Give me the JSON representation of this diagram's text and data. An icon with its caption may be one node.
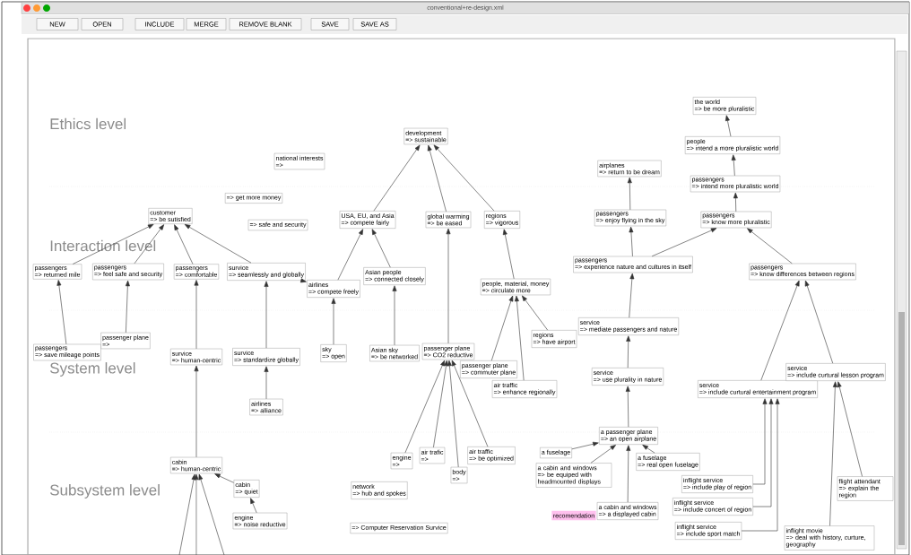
{
  "diagram": {
    "title": "conventional+re-design.xml",
    "nodes": [
      {
        "text": [
          "development",
          "=> sustainable"
        ]
      },
      {
        "text": [
          "national interests",
          "=>"
        ]
      },
      {
        "text": [
          "the world",
          "=> be more pluralistic"
        ]
      },
      {
        "text": [
          "people",
          "=> intend a more pluralistic world"
        ]
      },
      {
        "text": [
          "airplanes",
          "=> return to be dream"
        ]
      },
      {
        "text": [
          "passengers",
          "=> intend more pluralistic world"
        ]
      },
      {
        "text": [
          "=> get more money"
        ]
      },
      {
        "text": [
          "customer",
          "=> be sutisfied"
        ]
      },
      {
        "text": [
          "=> safe and security"
        ]
      },
      {
        "text": [
          "USA, EU, and Asia",
          "=> compete fairly"
        ]
      },
      {
        "text": [
          "global warming",
          "=> be eased"
        ]
      },
      {
        "text": [
          "regions",
          "=> vigorous"
        ]
      },
      {
        "text": [
          "passengers",
          "=> enjoy flying in the sky"
        ]
      },
      {
        "text": [
          "passengers",
          "=> know more pluralistic"
        ]
      },
      {
        "text": [
          "passengers",
          "=> returned mile"
        ]
      },
      {
        "text": [
          "passengers",
          "=> feel safe and security"
        ]
      },
      {
        "text": [
          "passengers",
          "=> comfortable"
        ]
      },
      {
        "text": [
          "survice",
          "=> seamlessly and globally"
        ]
      },
      {
        "text": [
          "airlines",
          "=> compete freely"
        ]
      },
      {
        "text": [
          "Asian people",
          "=> connected closely"
        ]
      },
      {
        "text": [
          "people, material, money",
          "=> circulate more"
        ]
      },
      {
        "text": [
          "passengers",
          "=> experience nature and cultures in itself"
        ]
      },
      {
        "text": [
          "passengers",
          "=> know differences between regions"
        ]
      },
      {
        "text": [
          "passengers",
          "=> save mileage points"
        ]
      },
      {
        "text": [
          "passenger plane",
          "=>"
        ]
      },
      {
        "text": [
          "survice",
          "=> human-centric"
        ]
      },
      {
        "text": [
          "survice",
          "=> standardize globally"
        ]
      },
      {
        "text": [
          "airlines",
          "=> alliance"
        ]
      },
      {
        "text": [
          "sky",
          "=> open"
        ]
      },
      {
        "text": [
          "Asian sky",
          "=> be networked"
        ]
      },
      {
        "text": [
          "passenger plane",
          "=> CO2 reductive"
        ]
      },
      {
        "text": [
          "regions",
          "=> have airport"
        ]
      },
      {
        "text": [
          "passenger plane",
          "=> commuter plane"
        ]
      },
      {
        "text": [
          "air traffic",
          "=> enhance regionally"
        ]
      },
      {
        "text": [
          "service",
          "=> mediate passengers and nature"
        ]
      },
      {
        "text": [
          "service",
          "=> use plurality in nature"
        ]
      },
      {
        "text": [
          "service",
          "=> include curtural entertainment program"
        ]
      },
      {
        "text": [
          "service",
          "=> include curtural lesson program"
        ]
      },
      {
        "text": [
          "a passenger plane",
          "=> an open airplane"
        ]
      },
      {
        "text": [
          "cabin",
          "=> human-centric"
        ]
      },
      {
        "text": [
          "cabin",
          "=> quiet"
        ]
      },
      {
        "text": [
          "engine",
          "=> noise reductive"
        ]
      },
      {
        "text": [
          "engine",
          "=>"
        ]
      },
      {
        "text": [
          "air trafic",
          "=>"
        ]
      },
      {
        "text": [
          "body",
          "=>"
        ]
      },
      {
        "text": [
          "air traffic",
          "=> be optimized"
        ]
      },
      {
        "text": [
          "network",
          "=> hub and spokes"
        ]
      },
      {
        "text": [
          "=> Computer Reservation Survice"
        ]
      },
      {
        "text": [
          "recomendation"
        ]
      },
      {
        "text": [
          "a cabin and windows",
          "=> a displayed cabin"
        ]
      },
      {
        "text": [
          "a cabin and windows",
          "=> be equiped with headmounted displays"
        ]
      },
      {
        "text": [
          "a fuselage",
          "=> real open fuselage"
        ]
      },
      {
        "text": [
          "inflight service",
          "=> include play of region"
        ]
      },
      {
        "text": [
          "inflight service",
          "=> include concert of region"
        ]
      },
      {
        "text": [
          "inflight service",
          "=> include sport match"
        ]
      },
      {
        "text": [
          "inflight movie",
          "=> deal with history, curture, geography"
        ]
      },
      {
        "text": [
          "flight attendant",
          "=> explain the region"
        ]
      },
      {
        "text": [
          "a fuselage"
        ]
      }
    ],
    "edges": [
      {
        "from": 14,
        "to": 7,
        "arrow": "to"
      },
      {
        "from": 15,
        "to": 7,
        "arrow": "to"
      },
      {
        "from": 16,
        "to": 7,
        "arrow": "to"
      },
      {
        "from": 17,
        "to": 7,
        "arrow": "to"
      },
      {
        "from": 17,
        "to": 18,
        "arrow": "to"
      },
      {
        "from": 18,
        "to": 9,
        "arrow": "to"
      },
      {
        "from": 19,
        "to": 9,
        "arrow": "to"
      },
      {
        "from": 9,
        "to": 0,
        "arrow": "to"
      },
      {
        "from": 10,
        "to": 0,
        "arrow": "to"
      },
      {
        "from": 11,
        "to": 0,
        "arrow": "to"
      },
      {
        "from": 28,
        "to": 18,
        "arrow": "to"
      },
      {
        "from": 29,
        "to": 19,
        "arrow": "to"
      },
      {
        "from": 30,
        "to": 10,
        "arrow": "to"
      },
      {
        "from": 20,
        "to": 11,
        "arrow": "to"
      },
      {
        "from": 31,
        "to": 20,
        "arrow": "to"
      },
      {
        "from": 32,
        "to": 20,
        "arrow": "to"
      },
      {
        "from": 33,
        "to": 20,
        "arrow": "to"
      },
      {
        "from": 23,
        "to": 14,
        "arrow": "to"
      },
      {
        "from": 24,
        "to": 15,
        "arrow": "to"
      },
      {
        "from": 25,
        "to": 16,
        "arrow": "to"
      },
      {
        "from": 26,
        "to": 17,
        "arrow": "to"
      },
      {
        "from": 27,
        "to": 26,
        "arrow": "to"
      },
      {
        "from": 39,
        "to": 25,
        "arrow": "to"
      },
      {
        "from": 40,
        "to": 39,
        "arrow": "to"
      },
      {
        "from": 41,
        "to": 40,
        "arrow": "to"
      },
      {
        "from": null,
        "to": 39,
        "arrow": "to"
      },
      {
        "from": null,
        "to": 39,
        "arrow": "to"
      },
      {
        "from": null,
        "to": 39,
        "arrow": "to"
      },
      {
        "from": 42,
        "to": 30,
        "arrow": "to"
      },
      {
        "from": 43,
        "to": 30,
        "arrow": "to"
      },
      {
        "from": 44,
        "to": 30,
        "arrow": "to"
      },
      {
        "from": 45,
        "to": 30,
        "arrow": "to"
      },
      {
        "from": 3,
        "to": 2,
        "arrow": "to"
      },
      {
        "from": 5,
        "to": 3,
        "arrow": "to"
      },
      {
        "from": 13,
        "to": 5,
        "arrow": "to"
      },
      {
        "from": 12,
        "to": 4,
        "arrow": "to"
      },
      {
        "from": 21,
        "to": 12,
        "arrow": "to"
      },
      {
        "from": 21,
        "to": 13,
        "arrow": "to"
      },
      {
        "from": 22,
        "to": 13,
        "arrow": "to"
      },
      {
        "from": 34,
        "to": 21,
        "arrow": "to"
      },
      {
        "from": 35,
        "to": 34,
        "arrow": "to"
      },
      {
        "from": 38,
        "to": 35,
        "arrow": "to"
      },
      {
        "from": 36,
        "to": 22,
        "arrow": "to"
      },
      {
        "from": 37,
        "to": 22,
        "arrow": "to"
      },
      {
        "from": 49,
        "to": 38,
        "arrow": "to"
      },
      {
        "from": 50,
        "to": 38,
        "arrow": "to"
      },
      {
        "from": 51,
        "to": 38,
        "arrow": "to"
      },
      {
        "from": 57,
        "to": 38,
        "arrow": "to"
      },
      {
        "from": 52,
        "to": 36,
        "arrow": "to"
      },
      {
        "from": 53,
        "to": 36,
        "arrow": "to"
      },
      {
        "from": 54,
        "to": 36,
        "arrow": "to"
      },
      {
        "from": 55,
        "to": 37,
        "arrow": "to"
      },
      {
        "from": 56,
        "to": 37,
        "arrow": "to"
      }
    ],
    "labels": [
      "NEW",
      "OPEN",
      "INCLUDE",
      "MERGE",
      "REMOVE BLANK",
      "SAVE",
      "SAVE AS",
      "Ethics level",
      "Interaction level",
      "System level",
      "Subsystem level"
    ]
  }
}
